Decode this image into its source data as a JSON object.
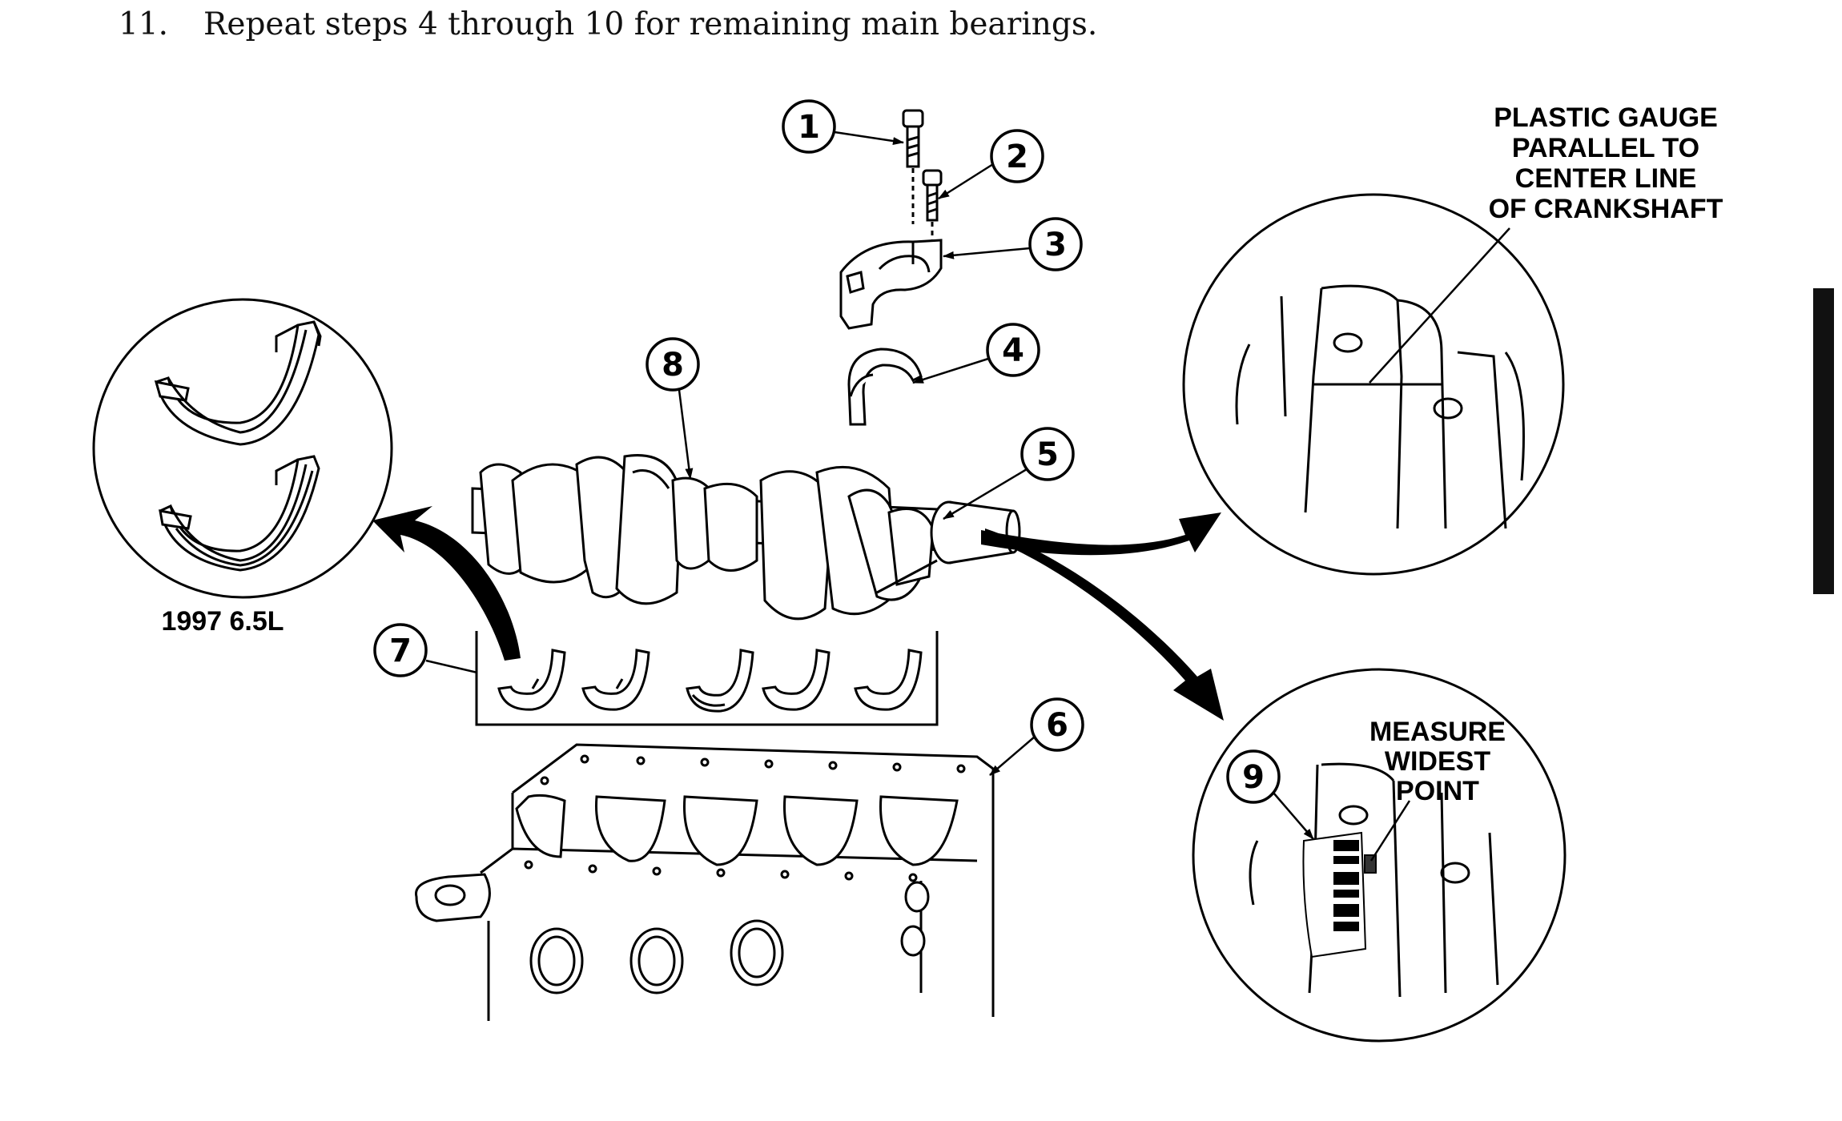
{
  "step": {
    "number": "11.",
    "text": "Repeat steps 4 through 10 for remaining main bearings."
  },
  "callouts": [
    "1",
    "2",
    "3",
    "4",
    "5",
    "6",
    "7",
    "8",
    "9"
  ],
  "labels": {
    "plastic_gauge": [
      "PLASTIC GAUGE",
      "PARALLEL TO",
      "CENTER LINE",
      "OF CRANKSHAFT"
    ],
    "measure": [
      "MEASURE",
      "WIDEST",
      "POINT"
    ],
    "engine_year": "1997 6.5L"
  }
}
